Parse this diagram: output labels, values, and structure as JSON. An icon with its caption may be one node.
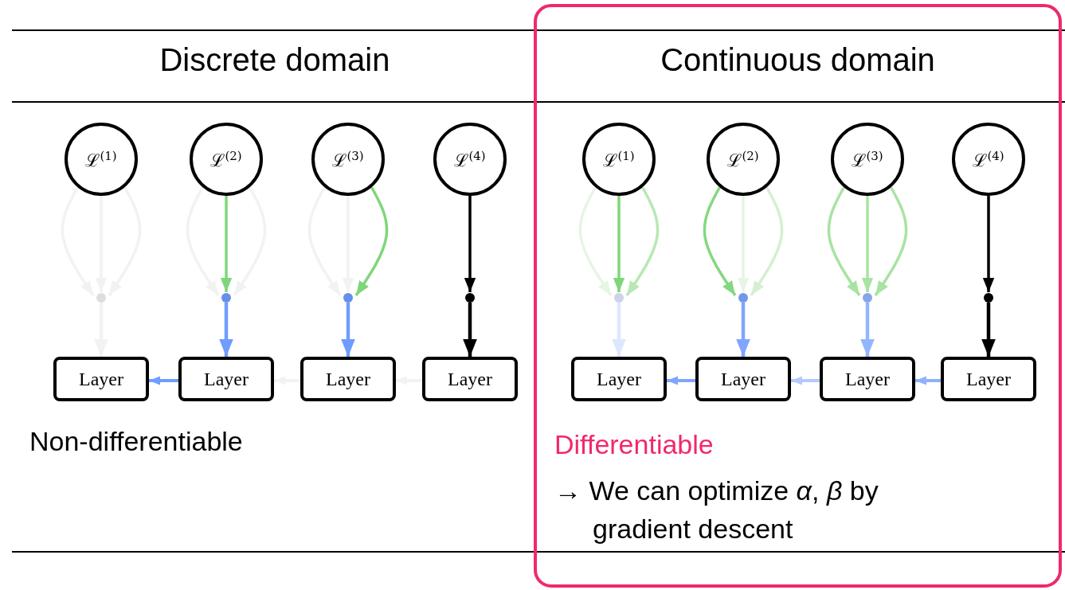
{
  "diagram": {
    "nodes": [
      {
        "text": [
          "ℒ$^{(1)}$"
        ]
      },
      {
        "text": [
          "ℒ$^{(2)}$"
        ]
      },
      {
        "text": [
          "ℒ$^{(3)}$"
        ]
      },
      {
        "text": [
          "ℒ$^{(4)}$"
        ]
      },
      {
        "text": [],
        "shape": "circle"
      },
      {
        "text": [],
        "shape": "circle"
      },
      {
        "text": [],
        "shape": "circle"
      },
      {
        "text": [],
        "shape": "circle"
      },
      {
        "text": [
          "Layer"
        ]
      },
      {
        "text": [
          "Layer"
        ]
      },
      {
        "text": [
          "Layer"
        ]
      },
      {
        "text": [
          "Layer"
        ]
      },
      {
        "text": [
          "Continuous domain",
          "Differentiable",
          "→ We can optimize *α*, *β* by gradient descent"
        ]
      },
      {
        "text": [
          "ℒ$^{(1)}$"
        ],
        "in": 12
      },
      {
        "text": [
          "ℒ$^{(2)}$"
        ],
        "in": 12
      },
      {
        "text": [
          "ℒ$^{(3)}$"
        ],
        "in": 12
      },
      {
        "text": [
          "ℒ$^{(4)}$"
        ],
        "in": 12
      },
      {
        "text": [],
        "shape": "circle",
        "in": 12
      },
      {
        "text": [],
        "shape": "circle",
        "in": 12
      },
      {
        "text": [],
        "shape": "circle",
        "in": 12
      },
      {
        "text": [],
        "shape": "circle",
        "in": 12
      },
      {
        "text": [
          "Layer"
        ],
        "in": 12
      },
      {
        "text": [
          "Layer"
        ],
        "in": 12
      },
      {
        "text": [
          "Layer"
        ],
        "in": 12
      },
      {
        "text": [
          "Layer"
        ],
        "in": 12
      }
    ],
    "edges": [
      {
        "from": 0,
        "to": 4,
        "arrow": "to",
        "color": "#f2f2f2"
      },
      {
        "from": 0,
        "to": 4,
        "arrow": "to",
        "color": "#f2f2f2"
      },
      {
        "from": 0,
        "to": 4,
        "arrow": "to",
        "color": "#f2f2f2"
      },
      {
        "from": 1,
        "to": 5,
        "arrow": "to",
        "color": "#f2f2f2"
      },
      {
        "from": 1,
        "to": 5,
        "arrow": "to",
        "color": "#7fd67a"
      },
      {
        "from": 1,
        "to": 5,
        "arrow": "to",
        "color": "#f2f2f2"
      },
      {
        "from": 2,
        "to": 6,
        "arrow": "to",
        "color": "#f2f2f2"
      },
      {
        "from": 2,
        "to": 6,
        "arrow": "to",
        "color": "#f2f2f2"
      },
      {
        "from": 2,
        "to": 6,
        "arrow": "to",
        "color": "#7fd67a"
      },
      {
        "from": 3,
        "to": 7,
        "arrow": "to",
        "color": "#000000"
      },
      {
        "from": 4,
        "to": 8,
        "arrow": "to",
        "color": "#f2f2f2"
      },
      {
        "from": 5,
        "to": 9,
        "arrow": "to",
        "color": "#6f9cff"
      },
      {
        "from": 6,
        "to": 10,
        "arrow": "to",
        "color": "#6f9cff"
      },
      {
        "from": 7,
        "to": 11,
        "arrow": "to",
        "color": "#000000"
      },
      {
        "from": 9,
        "to": 8,
        "arrow": "to",
        "color": "#6f9cff"
      },
      {
        "from": 10,
        "to": 9,
        "arrow": "to",
        "color": "#f2f2f2"
      },
      {
        "from": 11,
        "to": 10,
        "arrow": "to",
        "color": "#f2f2f2"
      },
      {
        "from": 13,
        "to": 17,
        "arrow": "to",
        "color": "#e6f5e4"
      },
      {
        "from": 13,
        "to": 17,
        "arrow": "to",
        "color": "#7fd67a"
      },
      {
        "from": 13,
        "to": 17,
        "arrow": "to",
        "color": "#b8e8b3"
      },
      {
        "from": 14,
        "to": 18,
        "arrow": "to",
        "color": "#84d87f"
      },
      {
        "from": 14,
        "to": 18,
        "arrow": "to",
        "color": "#e6f5e4"
      },
      {
        "from": 14,
        "to": 18,
        "arrow": "to",
        "color": "#d4f0d0"
      },
      {
        "from": 15,
        "to": 19,
        "arrow": "to",
        "color": "#a8e3a2"
      },
      {
        "from": 15,
        "to": 19,
        "arrow": "to",
        "color": "#a8e3a2"
      },
      {
        "from": 15,
        "to": 19,
        "arrow": "to",
        "color": "#a8e3a2"
      },
      {
        "from": 16,
        "to": 20,
        "arrow": "to",
        "color": "#000000"
      },
      {
        "from": 17,
        "to": 21,
        "arrow": "to",
        "color": "#dfe7ff"
      },
      {
        "from": 18,
        "to": 22,
        "arrow": "to",
        "color": "#7fa5ff"
      },
      {
        "from": 19,
        "to": 23,
        "arrow": "to",
        "color": "#93b5ff"
      },
      {
        "from": 20,
        "to": 24,
        "arrow": "to",
        "color": "#000000"
      },
      {
        "from": 22,
        "to": 21,
        "arrow": "to",
        "color": "#7fa5ff"
      },
      {
        "from": 23,
        "to": 22,
        "arrow": "to",
        "color": "#b3c9ff"
      },
      {
        "from": 24,
        "to": 23,
        "arrow": "to",
        "color": "#8fb0ff"
      }
    ],
    "labels": [
      "Discrete domain",
      "Non-differentiable"
    ]
  }
}
